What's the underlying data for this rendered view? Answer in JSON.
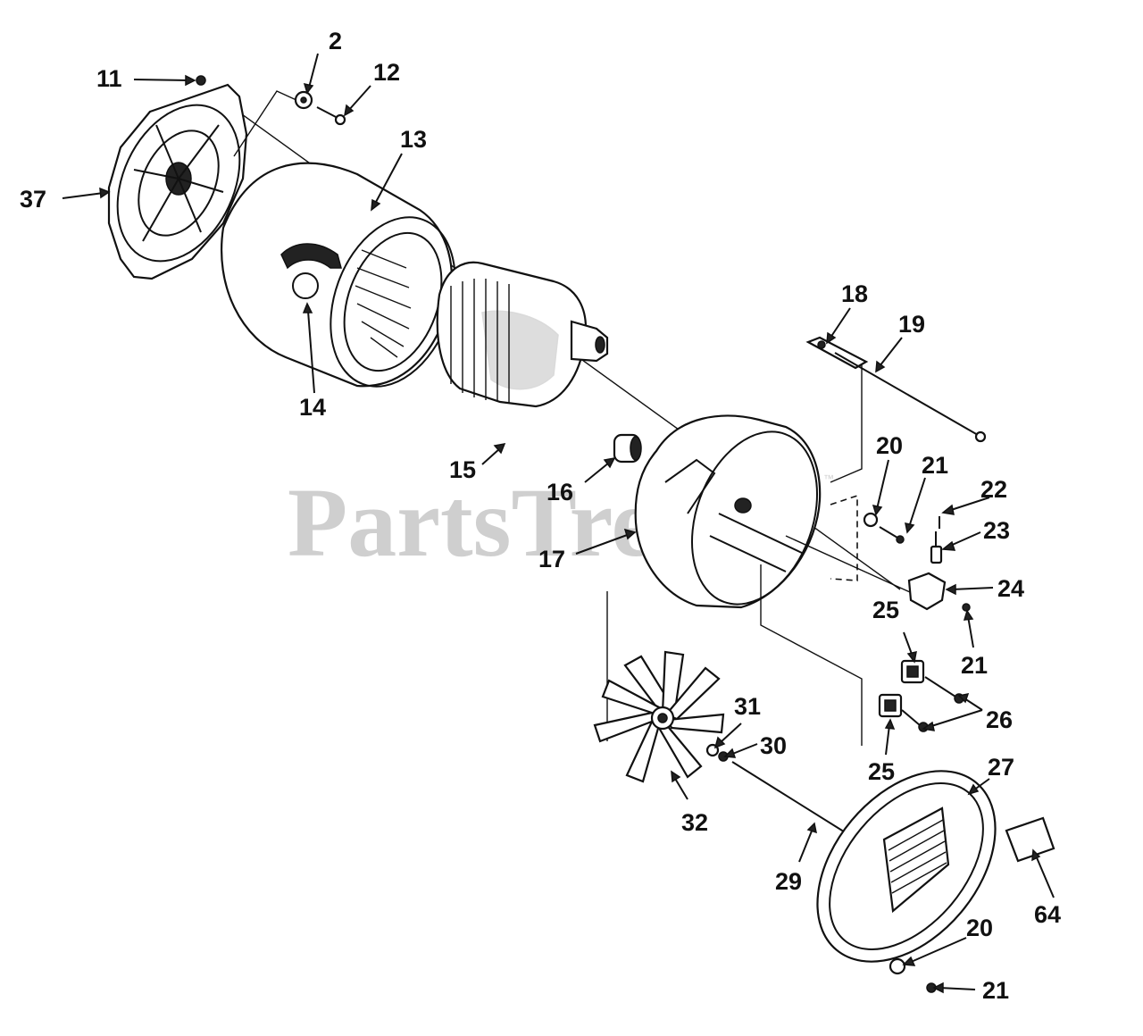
{
  "watermark": {
    "text": "PartsTree",
    "trademark": "™"
  },
  "callouts": [
    {
      "id": "c11",
      "text": "11"
    },
    {
      "id": "c2",
      "text": "2"
    },
    {
      "id": "c12",
      "text": "12"
    },
    {
      "id": "c13",
      "text": "13"
    },
    {
      "id": "c37",
      "text": "37"
    },
    {
      "id": "c14",
      "text": "14"
    },
    {
      "id": "c15",
      "text": "15"
    },
    {
      "id": "c16",
      "text": "16"
    },
    {
      "id": "c17",
      "text": "17"
    },
    {
      "id": "c18",
      "text": "18"
    },
    {
      "id": "c19",
      "text": "19"
    },
    {
      "id": "c20a",
      "text": "20"
    },
    {
      "id": "c21a",
      "text": "21"
    },
    {
      "id": "c22",
      "text": "22"
    },
    {
      "id": "c23",
      "text": "23"
    },
    {
      "id": "c24",
      "text": "24"
    },
    {
      "id": "c21b",
      "text": "21"
    },
    {
      "id": "c25a",
      "text": "25"
    },
    {
      "id": "c26",
      "text": "26"
    },
    {
      "id": "c25b",
      "text": "25"
    },
    {
      "id": "c31",
      "text": "31"
    },
    {
      "id": "c30",
      "text": "30"
    },
    {
      "id": "c32",
      "text": "32"
    },
    {
      "id": "c27",
      "text": "27"
    },
    {
      "id": "c29",
      "text": "29"
    },
    {
      "id": "c64",
      "text": "64"
    },
    {
      "id": "c20b",
      "text": "20"
    },
    {
      "id": "c21c",
      "text": "21"
    }
  ]
}
